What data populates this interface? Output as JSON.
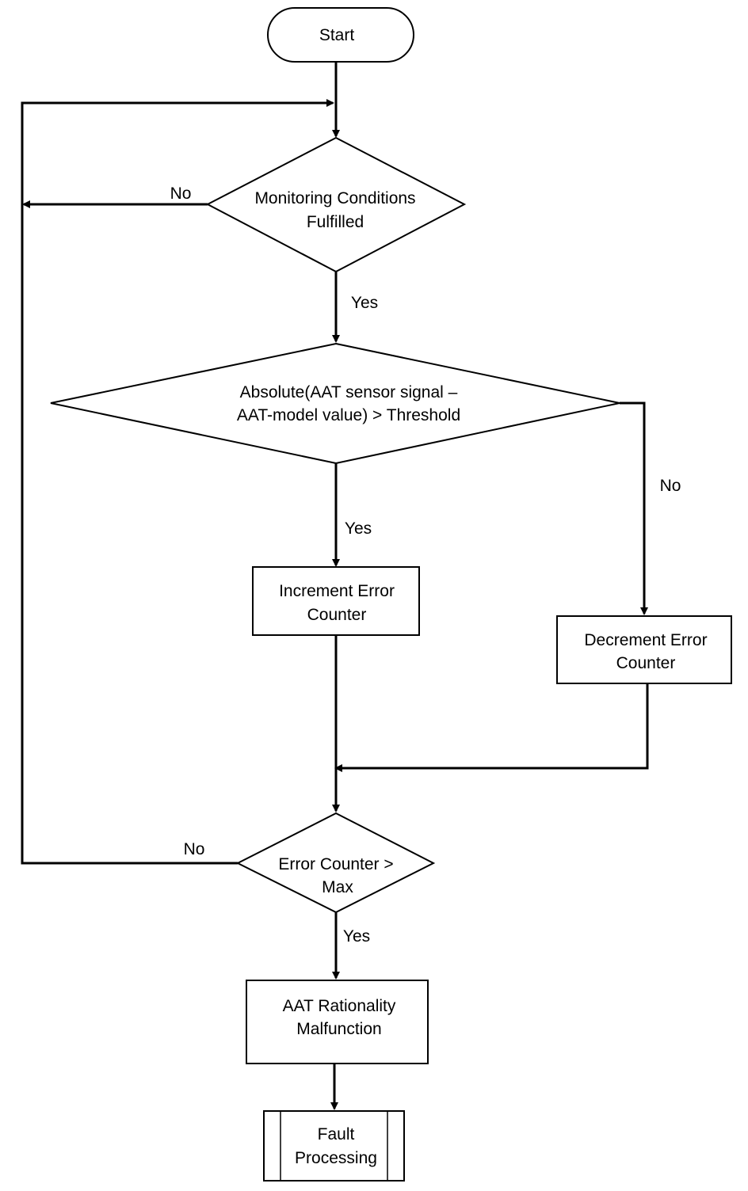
{
  "nodes": {
    "start": {
      "label": "Start"
    },
    "monitoring": {
      "line1": "Monitoring Conditions",
      "line2": "Fulfilled"
    },
    "threshold": {
      "line1": "Absolute(AAT sensor signal –",
      "line2": "AAT-model value) > Threshold"
    },
    "increment": {
      "line1": "Increment Error",
      "line2": "Counter"
    },
    "decrement": {
      "line1": "Decrement Error",
      "line2": "Counter"
    },
    "counter_check": {
      "line1": "Error Counter >",
      "line2": "Max"
    },
    "malfunction": {
      "line1": "AAT Rationality",
      "line2": "Malfunction"
    },
    "fault": {
      "line1": "Fault",
      "line2": "Processing"
    }
  },
  "edges": {
    "monitoring_yes": "Yes",
    "monitoring_no": "No",
    "threshold_yes": "Yes",
    "threshold_no": "No",
    "counter_yes": "Yes",
    "counter_no": "No"
  }
}
